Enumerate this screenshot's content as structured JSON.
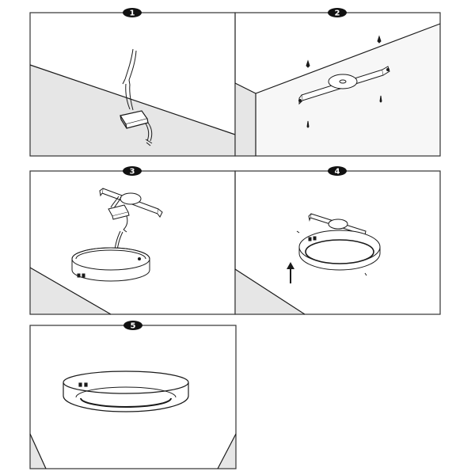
{
  "steps": [
    {
      "number": "1",
      "title": "",
      "illustration": "driver-and-wires-icon"
    },
    {
      "number": "2",
      "title": "",
      "illustration": "mounting-bracket-icon"
    },
    {
      "number": "3",
      "title": "",
      "illustration": "connect-driver-icon"
    },
    {
      "number": "4",
      "title": "",
      "illustration": "lift-fixture-icon"
    },
    {
      "number": "5",
      "title": "",
      "illustration": "installed-fixture-icon"
    }
  ],
  "colors": {
    "line": "#1a1a1a",
    "wall_shade": "#e6e6e6",
    "frame": "#333333",
    "badge": "#111111",
    "badge_text": "#ffffff"
  }
}
